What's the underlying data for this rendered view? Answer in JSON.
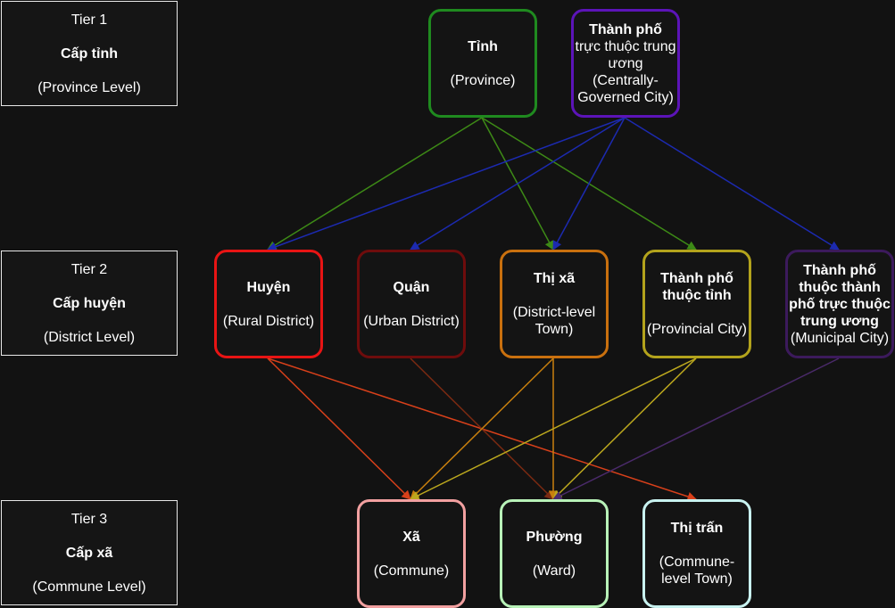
{
  "tiers": [
    {
      "tier": "Tier 1",
      "name": "Cấp tỉnh",
      "english": "(Province Level)"
    },
    {
      "tier": "Tier 2",
      "name": "Cấp huyện",
      "english": "(District Level)"
    },
    {
      "tier": "Tier 3",
      "name": "Cấp xã",
      "english": "(Commune Level)"
    }
  ],
  "nodes": {
    "tinh": {
      "title": "Tỉnh",
      "english": "(Province)",
      "color": "#1f8a1f"
    },
    "tp_tw": {
      "title": "Thành phố",
      "title_rest": " trực thuộc trung ương",
      "english": "(Centrally-Governed City)",
      "color": "#5c14b8"
    },
    "huyen": {
      "title": "Huyện",
      "english": "(Rural District)",
      "color": "#e81414"
    },
    "quan": {
      "title": "Quận",
      "english": "(Urban District)",
      "color": "#6e0c0c"
    },
    "thixa": {
      "title": "Thị xã",
      "english": "(District-level Town)",
      "color": "#c9700e"
    },
    "tp_tinh": {
      "title": "Thành phố thuộc tỉnh",
      "english": "(Provincial City)",
      "color": "#b3a31c"
    },
    "tp_thuoc_tp": {
      "title": "Thành phố thuộc thành phố trực thuộc trung ương",
      "english": "(Municipal City)",
      "color": "#3c1a5c"
    },
    "xa": {
      "title": "Xã",
      "english": "(Commune)",
      "color": "#f2a0a0"
    },
    "phuong": {
      "title": "Phường",
      "english": "(Ward)",
      "color": "#b8f2b8"
    },
    "thitran": {
      "title": "Thị trấn",
      "english": "(Commune-level Town)",
      "color": "#c8f2f0"
    }
  },
  "edge_colors": {
    "tinh": "#3d8a16",
    "tp_tw": "#1c2ab0",
    "huyen": "#d8401a",
    "quan": "#7a2a12",
    "thixa": "#c9800e",
    "tp_tinh": "#bca81e",
    "tp_thuoc_tp": "#4a2a6a"
  },
  "edges": [
    [
      "tinh",
      "huyen"
    ],
    [
      "tinh",
      "thixa"
    ],
    [
      "tinh",
      "tp_tinh"
    ],
    [
      "tp_tw",
      "huyen"
    ],
    [
      "tp_tw",
      "quan"
    ],
    [
      "tp_tw",
      "thixa"
    ],
    [
      "tp_tw",
      "tp_thuoc_tp"
    ],
    [
      "huyen",
      "xa"
    ],
    [
      "huyen",
      "thitran"
    ],
    [
      "quan",
      "phuong"
    ],
    [
      "thixa",
      "xa"
    ],
    [
      "thixa",
      "phuong"
    ],
    [
      "tp_tinh",
      "xa"
    ],
    [
      "tp_tinh",
      "phuong"
    ],
    [
      "tp_thuoc_tp",
      "phuong"
    ]
  ]
}
